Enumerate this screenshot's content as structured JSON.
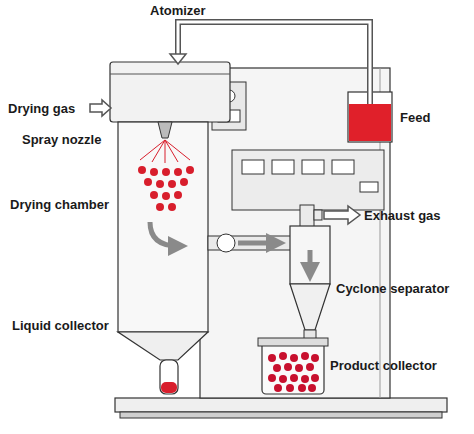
{
  "diagram": {
    "labels": [
      "Atomizer",
      "Drying gas",
      "Spray nozzle",
      "Feed",
      "Drying chamber",
      "Exhaust gas",
      "Cyclone separator",
      "Liquid collector",
      "Product collector"
    ]
  }
}
